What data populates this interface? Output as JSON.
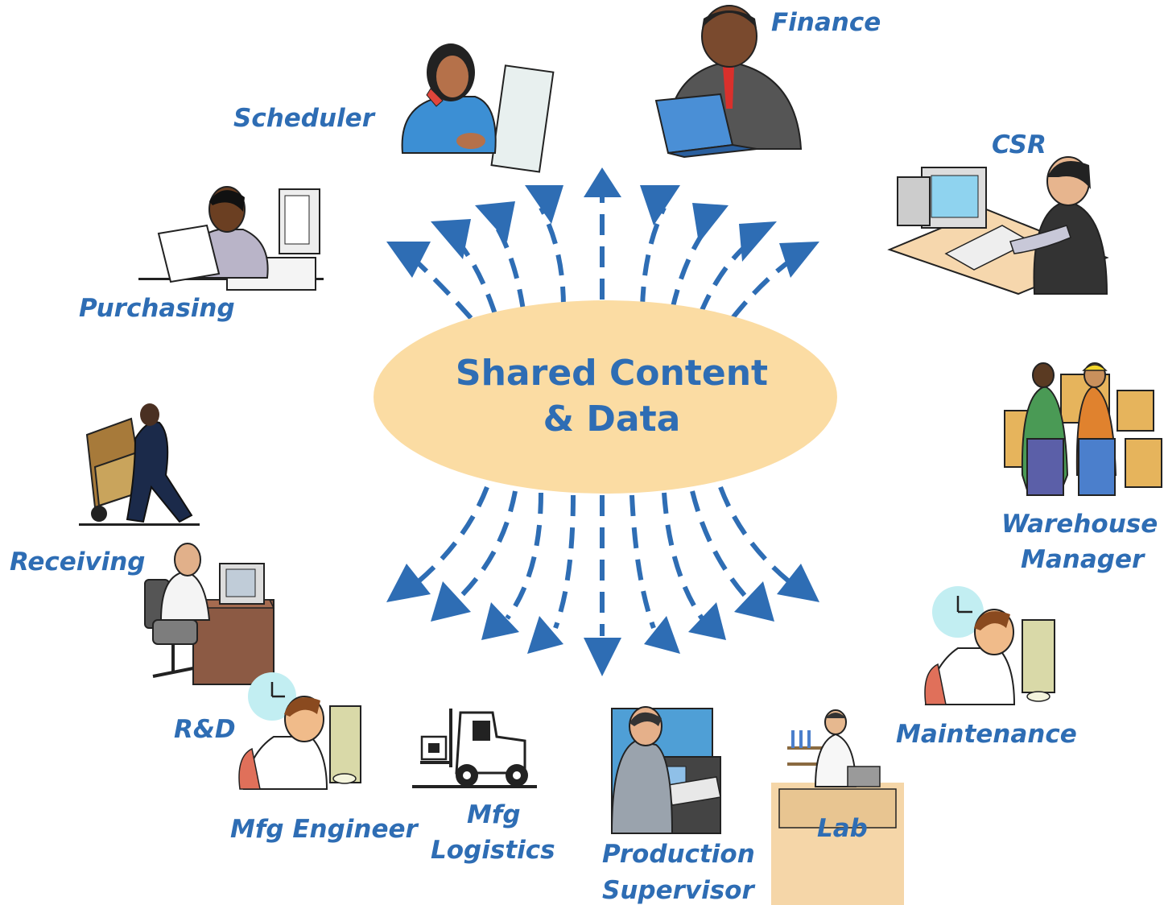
{
  "colors": {
    "accent": "#2e6db4",
    "hub_fill": "#fbdca3"
  },
  "hub": {
    "line1": "Shared Content",
    "line2": "& Data"
  },
  "roles": {
    "finance": "Finance",
    "scheduler": "Scheduler",
    "csr": "CSR",
    "purchasing": "Purchasing",
    "warehouse_line1": "Warehouse",
    "warehouse_line2": "Manager",
    "receiving": "Receiving",
    "maintenance": "Maintenance",
    "rnd": "R&D",
    "mfg_engineer": "Mfg Engineer",
    "mfg_logistics_line1": "Mfg",
    "mfg_logistics_line2": "Logistics",
    "production_line1": "Production",
    "production_line2": "Supervisor",
    "lab": "Lab"
  },
  "icons": [
    "woman-on-phone-icon",
    "businessman-laptop-icon",
    "woman-computer-icon",
    "woman-reading-icon",
    "warehouse-workers-icon",
    "hand-truck-worker-icon",
    "man-at-desk-icon",
    "stressed-worker-icon",
    "forklift-icon",
    "operator-console-icon",
    "lab-scientist-icon"
  ]
}
